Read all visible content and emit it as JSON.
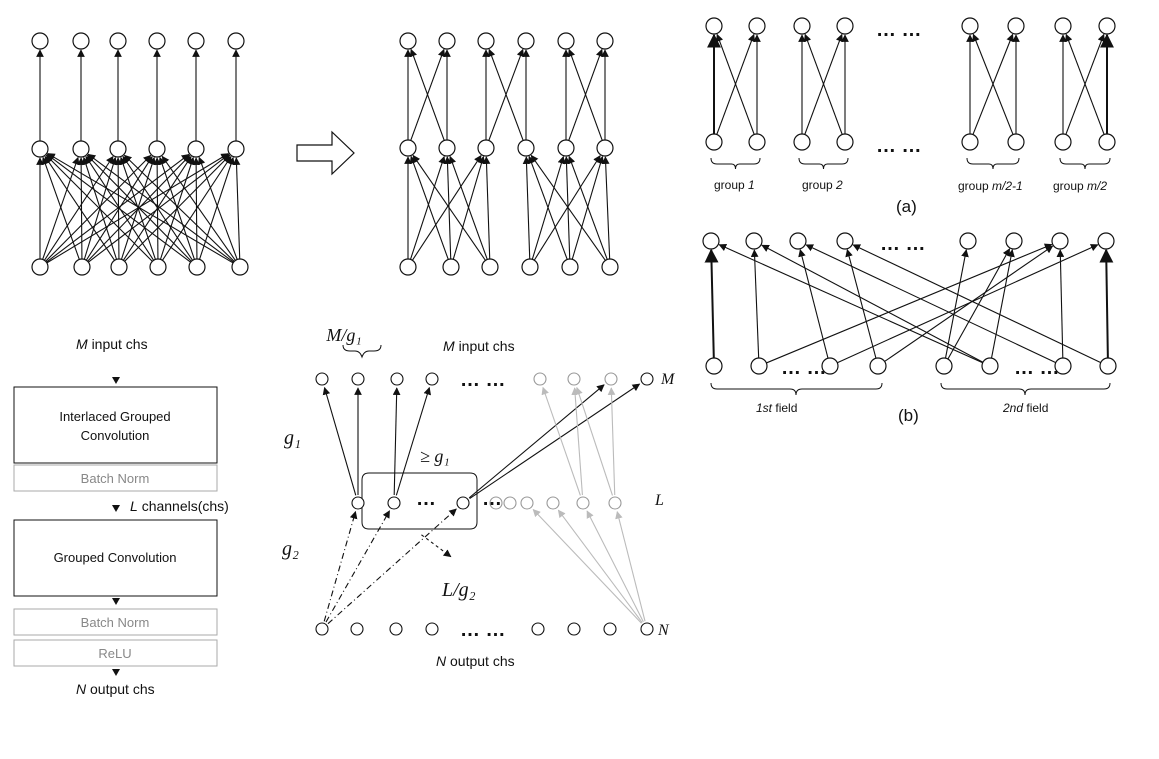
{
  "dots": "… …",
  "fig_top_right": {
    "groups": [
      "group",
      "group",
      "group",
      "group"
    ],
    "group_ids": [
      "1",
      "2",
      "m/2-1",
      "m/2"
    ],
    "panel_label": "(a)"
  },
  "fig_mid_right": {
    "fields": [
      "1st",
      "2nd"
    ],
    "field_word": "field",
    "panel_label": "(b)"
  },
  "block_diagram": {
    "input_var": "M",
    "input_text": "input chs",
    "interlaced_line1": "Interlaced Grouped",
    "interlaced_line2": "Convolution",
    "batch_norm_1": "Batch Norm",
    "mid_var": "L",
    "mid_text": "channels(chs)",
    "grouped": "Grouped Convolution",
    "batch_norm_2": "Batch Norm",
    "relu": "ReLU",
    "output_var": "N",
    "output_text": "output chs"
  },
  "channel_diagram": {
    "top_brace": "M/g₁",
    "top_var": "M",
    "top_text": "input chs",
    "top_end": "M",
    "g1": "g₁",
    "g2": "g₂",
    "ge_label": "≥  g₁",
    "mid_end": "L",
    "l_over_g2": "L/g₂",
    "bottom_end": "N",
    "bottom_var": "N",
    "bottom_text": "output chs"
  },
  "colors": {
    "ink": "#111111",
    "gray": "#bbbbbb",
    "box_gray": "#999999"
  }
}
